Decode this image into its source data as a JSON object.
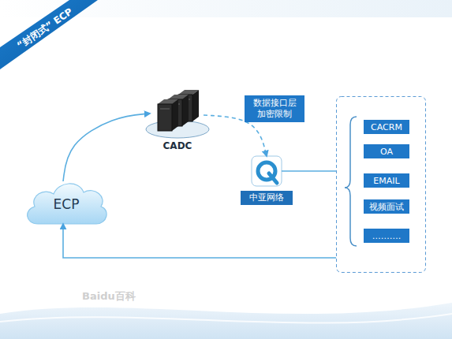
{
  "diagram": {
    "title": "“封闭式” ECP",
    "nodes": [
      {
        "text": [
          "ECP"
        ]
      },
      {
        "text": [
          "CADC"
        ]
      },
      {
        "text": [
          "中亚网络"
        ]
      },
      {
        "text": []
      },
      {
        "text": [
          "CACRM"
        ],
        "in": 3
      },
      {
        "text": [
          "OA"
        ],
        "in": 3
      },
      {
        "text": [
          "EMAIL"
        ],
        "in": 3
      },
      {
        "text": [
          "视频面试"
        ],
        "in": 3
      },
      {
        "text": [
          "………."
        ],
        "in": 3
      }
    ],
    "edges": [
      {
        "from": 0,
        "to": 1,
        "arrow": "to"
      },
      {
        "from": 1,
        "to": 2,
        "label": "数据接口层 加密限制",
        "arrow": "to"
      },
      {
        "from": 2,
        "to": 3,
        "arrow": "none"
      },
      {
        "from": 3,
        "to": 0,
        "arrow": "to"
      }
    ],
    "labels": [
      "Baidu百科"
    ]
  }
}
